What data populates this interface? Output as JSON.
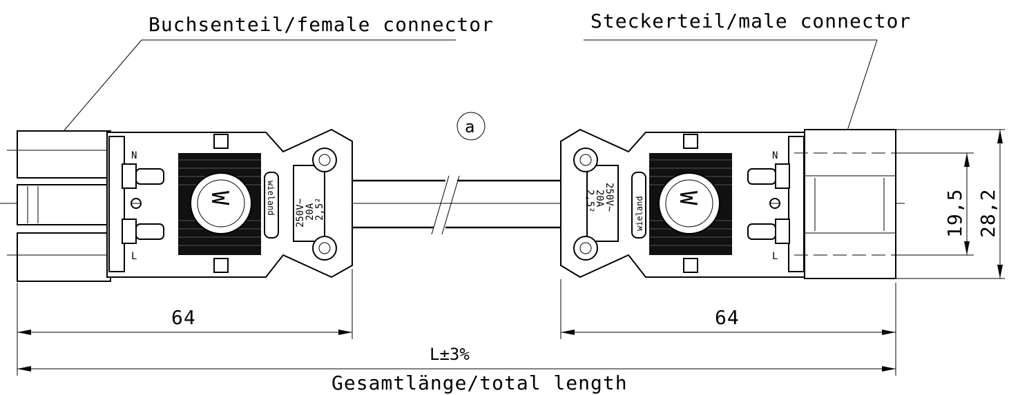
{
  "labels": {
    "female": "Buchsenteil/female connector",
    "male": "Steckerteil/male connector",
    "marker_a": "a",
    "dim_left": "64",
    "dim_right": "64",
    "dim_length": "L±3%",
    "total_length": "Gesamtlänge/total length",
    "dim_height_inner": "19,5",
    "dim_height_outer": "28,2",
    "terminal_n": "N",
    "terminal_l": "L",
    "rating_voltage": "250V~",
    "rating_current": "20A",
    "rating_section": "2,5²",
    "brand": "wieland"
  }
}
